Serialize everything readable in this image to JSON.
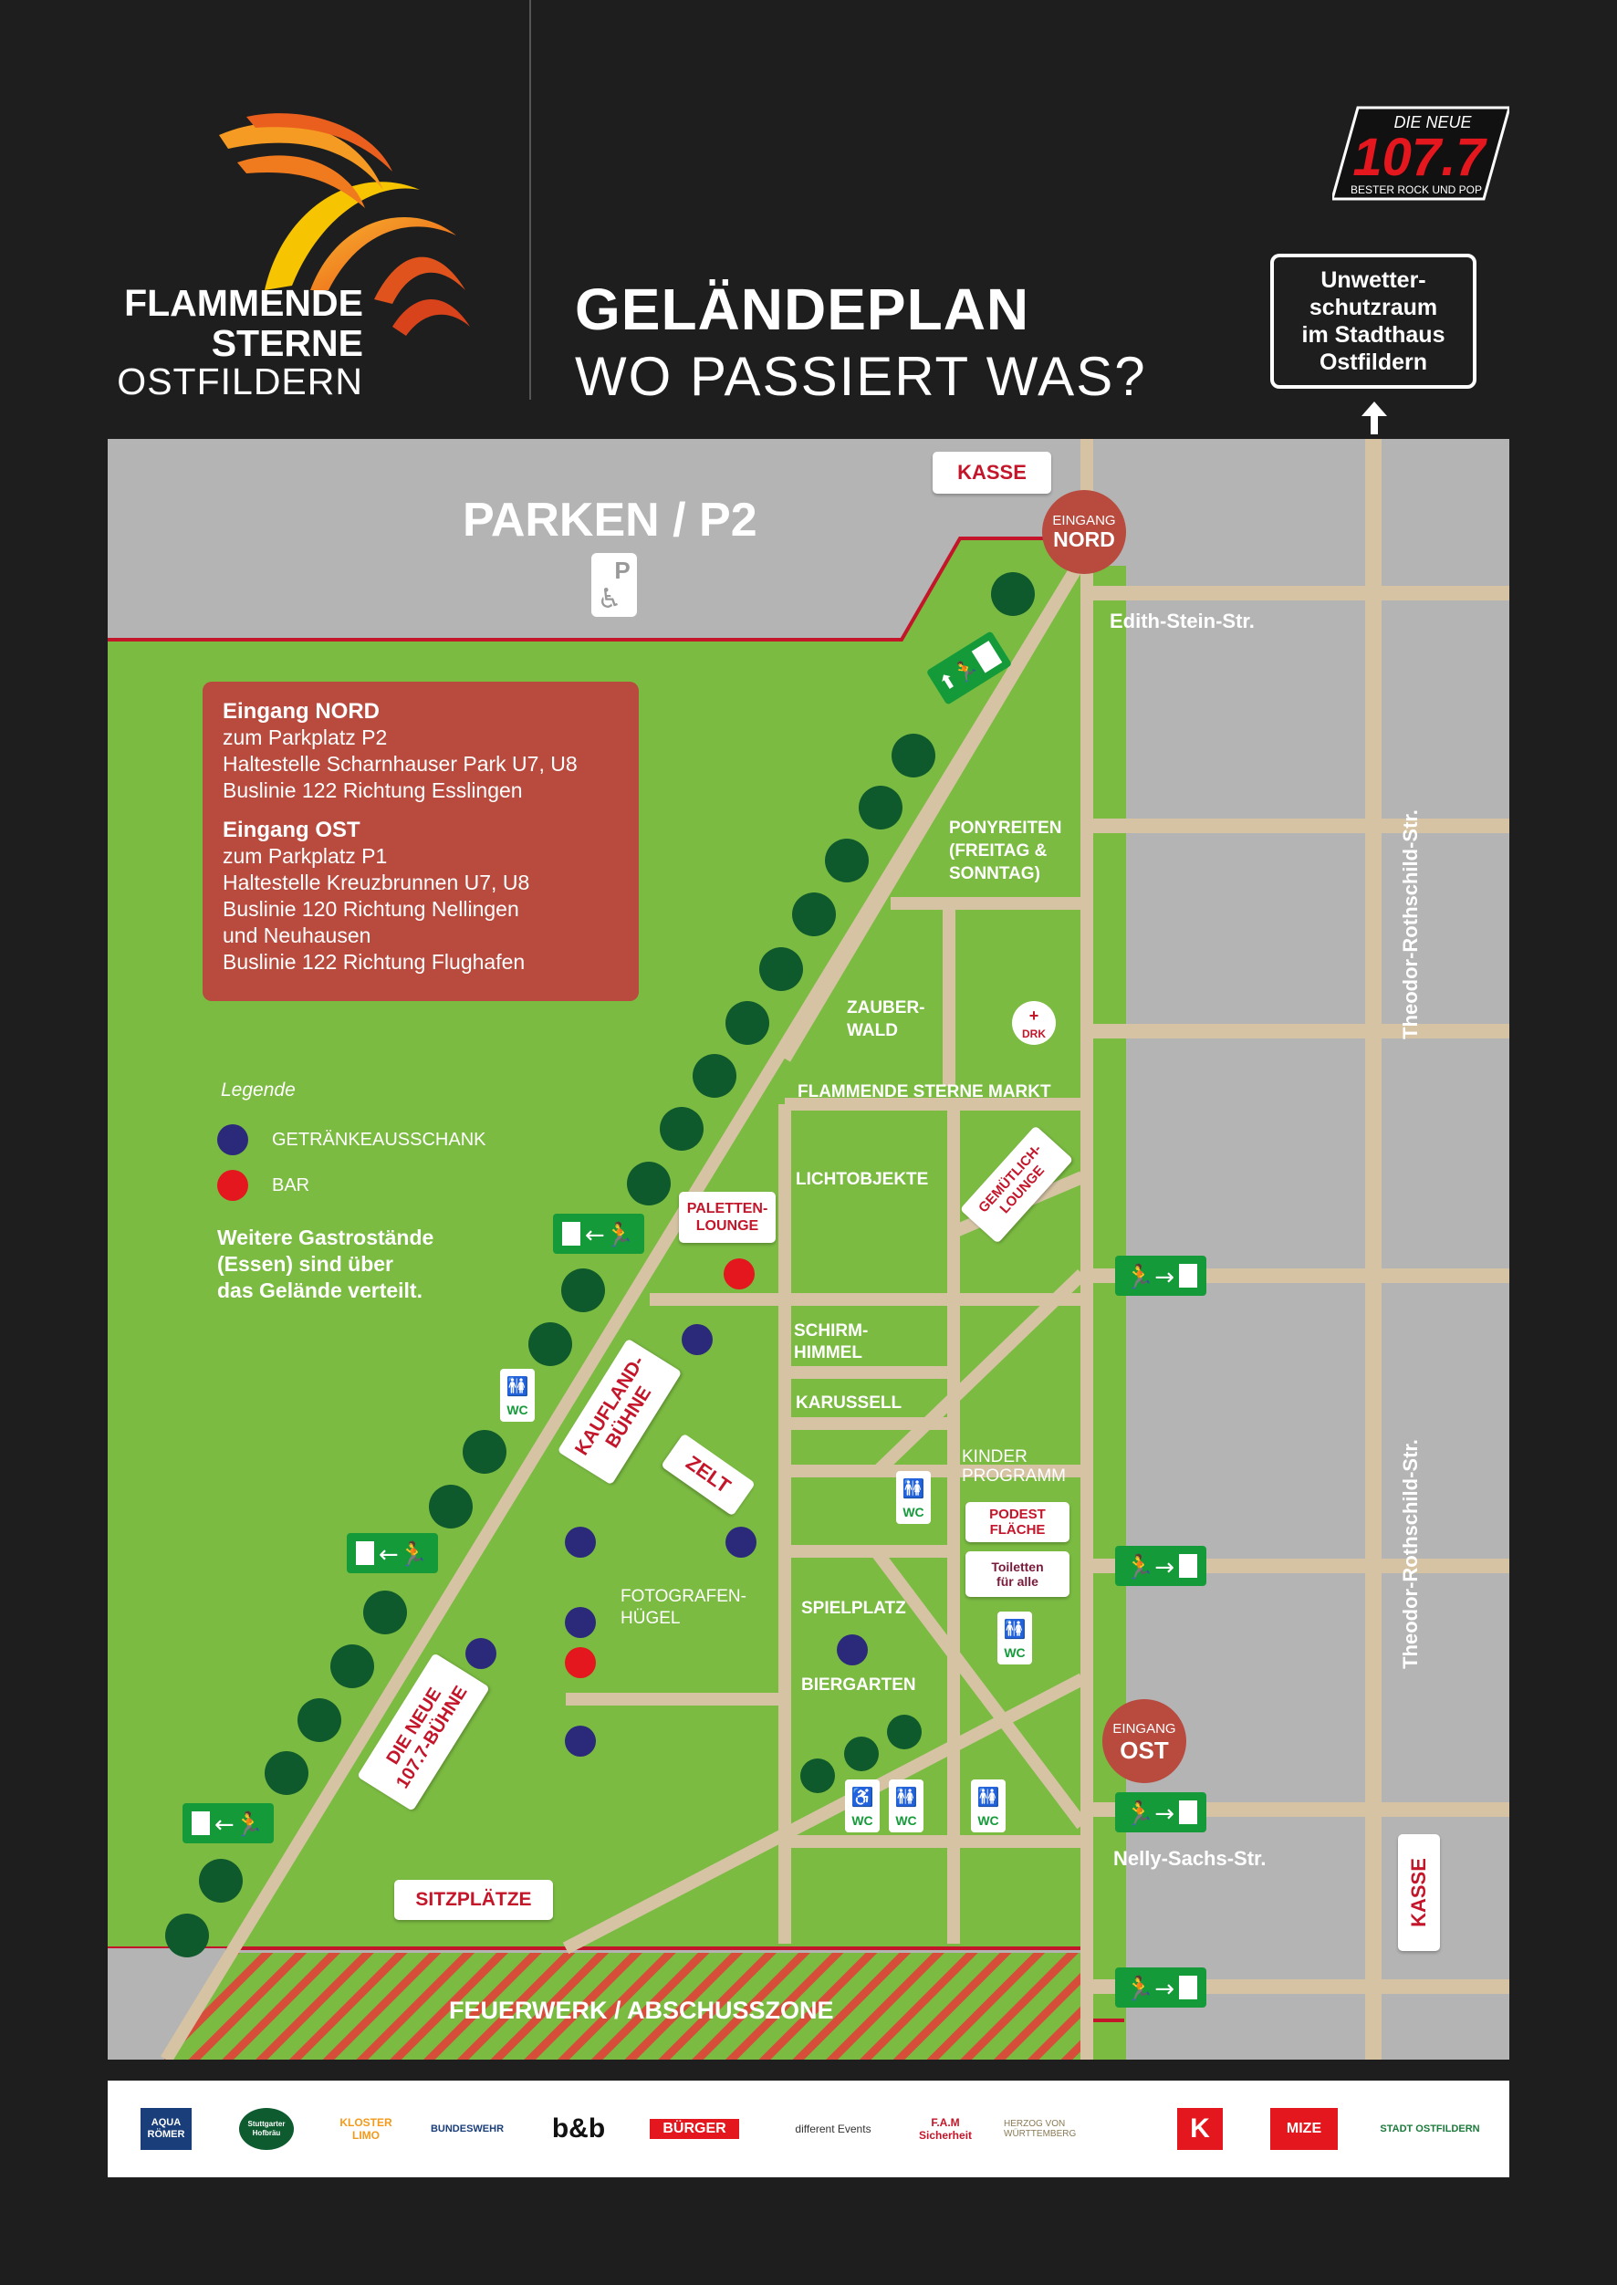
{
  "header": {
    "logo_line1": "FLAMMENDE",
    "logo_line2": "STERNE",
    "logo_line3": "OSTFILDERN",
    "title": "GELÄNDEPLAN",
    "subtitle": "WO PASSIERT WAS?",
    "radio_top": "DIE NEUE",
    "radio_freq": "107.7",
    "radio_slogan": "BESTER ROCK UND POP",
    "shelter_text": "Unwetter-\nschutzraum\nim Stadthaus\nOstfildern"
  },
  "map": {
    "parking_title": "PARKEN / P2",
    "parking_icon": "P",
    "kasse_top": "KASSE",
    "kasse_right": "KASSE",
    "entrance_north_small": "EINGANG",
    "entrance_north": "NORD",
    "entrance_east_small": "EINGANG",
    "entrance_east": "OST",
    "streets": {
      "edith": "Edith-Stein-Str.",
      "nelly": "Nelly-Sachs-Str.",
      "theodor1": "Theodor-Rothschild-Str.",
      "theodor2": "Theodor-Rothschild-Str."
    },
    "info": {
      "north_head": "Eingang NORD",
      "north_lines": [
        "zum Parkplatz P2",
        "Haltestelle Scharnhauser Park U7, U8",
        "Buslinie 122 Richtung Esslingen"
      ],
      "east_head": "Eingang OST",
      "east_lines": [
        "zum Parkplatz P1",
        "Haltestelle Kreuzbrunnen U7, U8",
        "Buslinie 120 Richtung Nellingen",
        "und Neuhausen",
        "Buslinie 122 Richtung Flughafen"
      ]
    },
    "legend": {
      "title": "Legende",
      "drinks": "GETRÄNKEAUSSCHANK",
      "bar": "BAR",
      "colors": {
        "drinks": "#2b2a7a",
        "bar": "#e3171d"
      },
      "note": "Weitere Gastrostände\n(Essen) sind über\ndas Gelände verteilt."
    },
    "areas": {
      "ponyreiten": "PONYREITEN\n(FREITAG &\nSONNTAG)",
      "zauberwald": "ZAUBER-\nWALD",
      "drk": "DRK",
      "markt": "FLAMMENDE STERNE MARKT",
      "lichtobjekte": "LICHTOBJEKTE",
      "gemuetlich": "GEMÜTLICH-\nLOUNGE",
      "paletten": "PALETTEN-\nLOUNGE",
      "schirm": "SCHIRM-\nHIMMEL",
      "karussell": "KARUSSELL",
      "kinder": "KINDER\nPROGRAMM",
      "podest": "PODEST\nFLÄCHE",
      "toiletten": "Toiletten\nfür alle",
      "kaufland": "KAUFLAND-\nBÜHNE",
      "zelt": "ZELT",
      "fotografen": "FOTOGRAFEN-\nHÜGEL",
      "spielplatz": "SPIELPLATZ",
      "biergarten": "BIERGARTEN",
      "neue_buehne": "DIE NEUE\n107.7-BÜHNE",
      "sitzplaetze": "SITZPLÄTZE",
      "feuerwerk": "FEUERWERK / ABSCHUSSZONE",
      "wc": "WC"
    },
    "colors": {
      "grass": "#7bbb42",
      "path": "#d5c3a4",
      "tree": "#0f5a2c",
      "exit": "#159a3a",
      "parking": "#b4b4b4",
      "border": "#c4162a"
    }
  },
  "sponsors": [
    "AQUA RÖMER",
    "Stuttgarter Hofbräu",
    "KLOSTER LIMO",
    "BUNDESWEHR",
    "b&b",
    "BÜRGER",
    "different Events",
    "F.A.M Sicherheit",
    "HERZOG VON WÜRTTEMBERG",
    "K",
    "MIZE",
    "STADT OSTFILDERN"
  ]
}
